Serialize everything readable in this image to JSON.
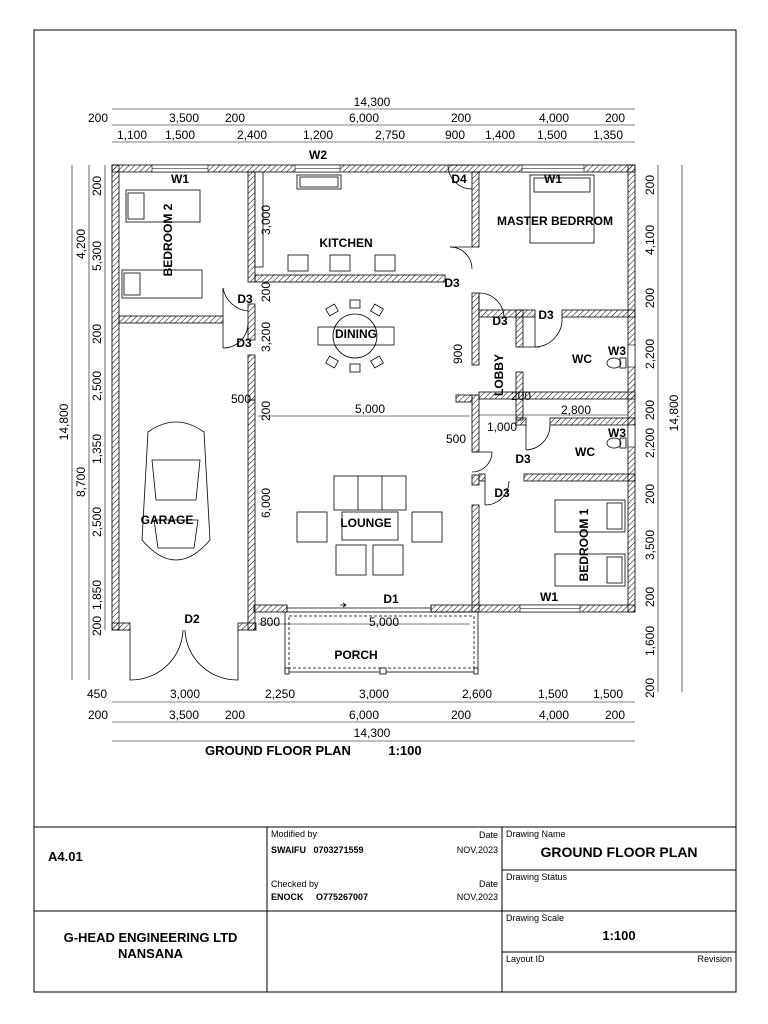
{
  "drawing": {
    "title": "GROUND FLOOR PLAN",
    "scale": "1:100",
    "rooms": {
      "bedroom2": "BEDROOM 2",
      "kitchen": "KITCHEN",
      "master": "MASTER BEDRROM",
      "dining": "DINING",
      "lobby": "LOBBY",
      "wc1": "WC",
      "wc2": "WC",
      "garage": "GARAGE",
      "lounge": "LOUNGE",
      "bedroom1": "BEDROOM 1",
      "porch": "PORCH"
    },
    "tags": {
      "w2": "W2",
      "w1_bed2": "W1",
      "w1_master": "W1",
      "w1_bed1": "W1",
      "w3_a": "W3",
      "w3_b": "W3",
      "d4": "D4",
      "d3_kitchen": "D3",
      "d3_bed2": "D3",
      "d3_garage": "D3",
      "d3_lobby": "D3",
      "d3_wc1": "D3",
      "d3_wc2": "D3",
      "d3_bed1": "D3",
      "d1": "D1",
      "d2": "D2"
    },
    "dims_top": {
      "overall": "14,300",
      "row2": [
        "200",
        "3,500",
        "200",
        "6,000",
        "200",
        "4,000",
        "200"
      ],
      "row3": [
        "1,100",
        "1,500",
        "2,400",
        "1,200",
        "2,750",
        "900",
        "1,400",
        "1,500",
        "1,350"
      ]
    },
    "dims_bottom": {
      "row1": [
        "450",
        "3,000",
        "2,250",
        "3,000",
        "2,600",
        "1,500",
        "1,500"
      ],
      "row2": [
        "200",
        "3,500",
        "200",
        "6,000",
        "200",
        "4,000",
        "200"
      ],
      "overall": "14,300"
    },
    "dims_left": {
      "overall": "14,800",
      "col2": [
        "4,200",
        "8,700"
      ],
      "col3": [
        "200",
        "5,300",
        "200",
        "2,500",
        "1,350",
        "2,500",
        "1,850",
        "200"
      ]
    },
    "dims_right": {
      "overall": "14,800",
      "col": [
        "200",
        "4,100",
        "200",
        "2,200",
        "200",
        "2,200",
        "200",
        "3,500",
        "200",
        "1,600",
        "200"
      ]
    },
    "dims_inner": {
      "kitchen_h": "3,000",
      "kitchen_wall": "200",
      "dining_h": "3,200",
      "wall_200": "200",
      "lounge_w": "5,000",
      "lounge_h": "6,000",
      "porch_w": "5,000",
      "porch_off": "800",
      "gap_500_l": "500",
      "gap_500_r": "500",
      "lobby_900": "900",
      "lobby_200": "200",
      "lobby_1000": "1,000",
      "wc_2800": "2,800"
    }
  },
  "titleblock": {
    "sheet_no": "A4.01",
    "company_line1": "G-HEAD ENGINEERING LTD",
    "company_line2": "NANSANA",
    "modified_by_label": "Modified by",
    "modified_by": "SWAIFU   0703271559",
    "date_label_1": "Date",
    "date_1": "NOV,2023",
    "checked_by_label": "Checked by",
    "checked_by": "ENOCK     O775267007",
    "date_label_2": "Date",
    "date_2": "NOV,2023",
    "drawing_name_label": "Drawing Name",
    "drawing_name": "GROUND FLOOR PLAN",
    "drawing_status_label": "Drawing Status",
    "drawing_scale_label": "Drawing Scale",
    "drawing_scale": "1:100",
    "layout_id_label": "Layout ID",
    "revision_label": "Revision"
  }
}
